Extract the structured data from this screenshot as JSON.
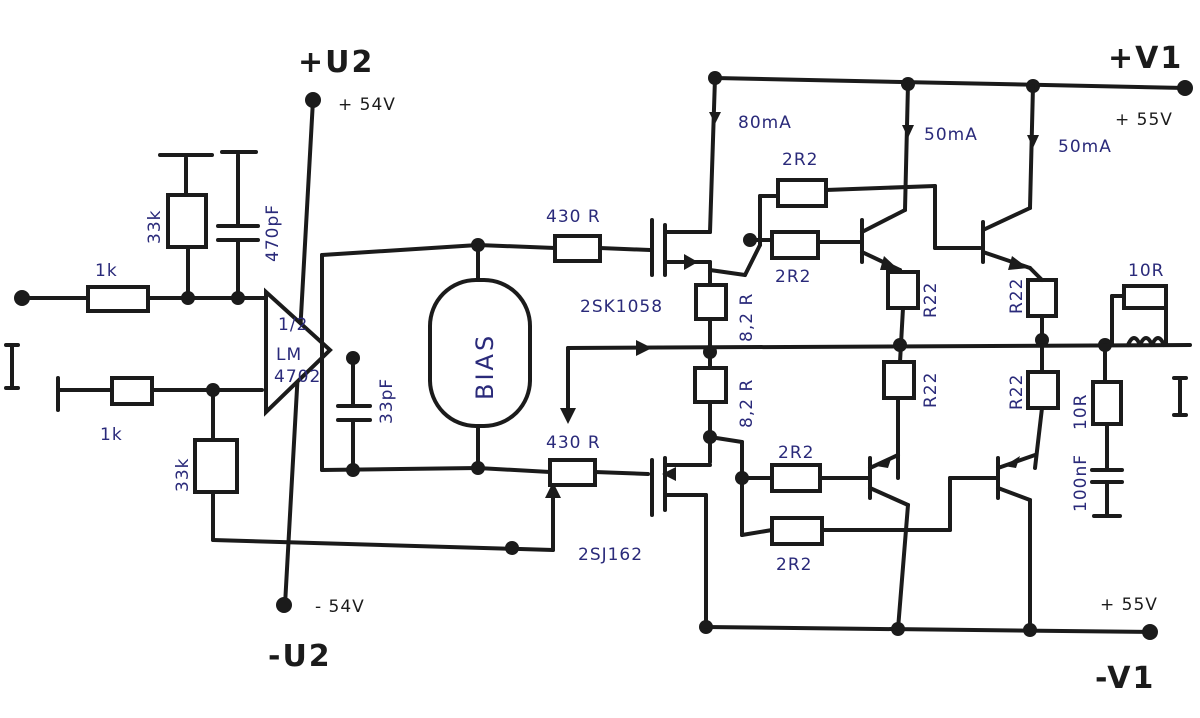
{
  "rails": {
    "pos_u2": "+U2",
    "neg_u2": "-U2",
    "pos_v1": "+V1",
    "neg_v1": "-V1",
    "pos_u2_volt": "+ 54V",
    "neg_u2_volt": "- 54V",
    "pos_v1_volt": "+ 55V",
    "neg_v1_volt": "+ 55V"
  },
  "input": {
    "r_in_top": "1k",
    "r_in_bot": "1k",
    "r_fb_top": "33k",
    "r_fb_bot": "33k",
    "c_fb": "470pF",
    "ground_mark": "I"
  },
  "opamp": {
    "line1": "1/2",
    "line2": "LM",
    "line3": "4702"
  },
  "comp_cap": "33pF",
  "bias_label": "BIAS",
  "drivers": {
    "r_gate_top": "430 R",
    "r_gate_bot": "430 R",
    "fet_top": "2SK1058",
    "fet_bot": "2SJ162",
    "r_src_top": "8,2 R",
    "r_src_bot": "8,2 R"
  },
  "currents": {
    "i1": "80mA",
    "i2": "50mA",
    "i3": "50mA"
  },
  "outputs": {
    "r_base_1": "2R2",
    "r_base_2": "2R2",
    "r_base_3": "2R2",
    "r_base_4": "2R2",
    "r_emit_1": "R22",
    "r_emit_2": "R22",
    "r_emit_3": "R22",
    "r_emit_4": "R22"
  },
  "output_net": {
    "r_series": "10R",
    "r_zobel": "10R",
    "c_zobel": "100nF",
    "ground_mark": "I"
  }
}
